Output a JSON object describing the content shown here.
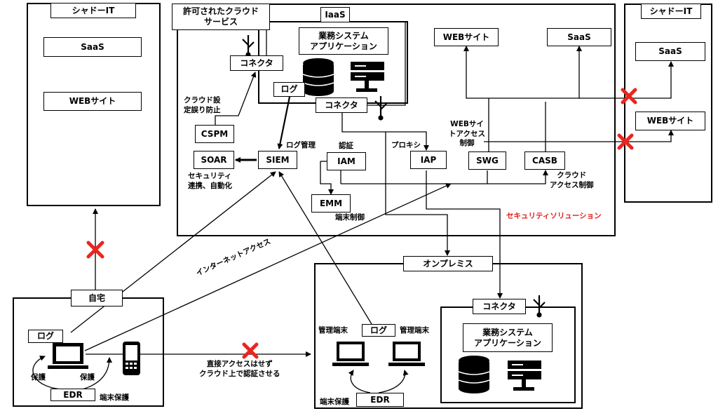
{
  "left_shadow_it": {
    "title": "シャドーIT",
    "saas": "SaaS",
    "web": "WEBサイト"
  },
  "right_shadow_it": {
    "title": "シャドーIT",
    "saas": "SaaS",
    "web": "WEBサイト"
  },
  "cloud": {
    "title": "許可されたクラウド\nサービス",
    "iaas": "IaaS",
    "business_app": "業務システム\nアプリケーション",
    "connector_top": "コネクタ",
    "connector_iaas": "コネクタ",
    "log": "ログ",
    "cspm_note": "クラウド設\n定誤り防止",
    "web_site": "WEBサイト",
    "saas": "SaaS"
  },
  "security": {
    "zone_label": "セキュリティソリューション",
    "cspm": "CSPM",
    "soar": "SOAR",
    "siem": "SIEM",
    "iam": "IAM",
    "iap": "IAP",
    "swg": "SWG",
    "casb": "CASB",
    "emm": "EMM",
    "log_mgmt": "ログ管理",
    "auth": "認証",
    "proxy": "プロキシ",
    "web_access_control": "WEBサイ\nトアクセス\n制御",
    "soar_note": "セキュリティ\n連携、自動化",
    "casb_note": "クラウド\nアクセス制御",
    "emm_note": "端末制御"
  },
  "home": {
    "title": "自宅",
    "log": "ログ",
    "edr": "EDR",
    "protect_left": "保護",
    "protect_right": "保護",
    "endpoint_note": "端末保護"
  },
  "onprem": {
    "title": "オンプレミス",
    "connector": "コネクタ",
    "business_app": "業務システム\nアプリケーション",
    "log": "ログ",
    "mgmt_left": "管理端末",
    "mgmt_right": "管理端末",
    "edr": "EDR",
    "endpoint_note": "端末保護"
  },
  "annotations": {
    "internet_access": "インターネットアクセス",
    "direct_access": "直接アクセスはせず\nクラウド上で認証させる"
  },
  "colors": {
    "zone_fill": "#fbe9e1",
    "zone_label": "#e0201b",
    "blocked_mark": "#e8261f"
  }
}
